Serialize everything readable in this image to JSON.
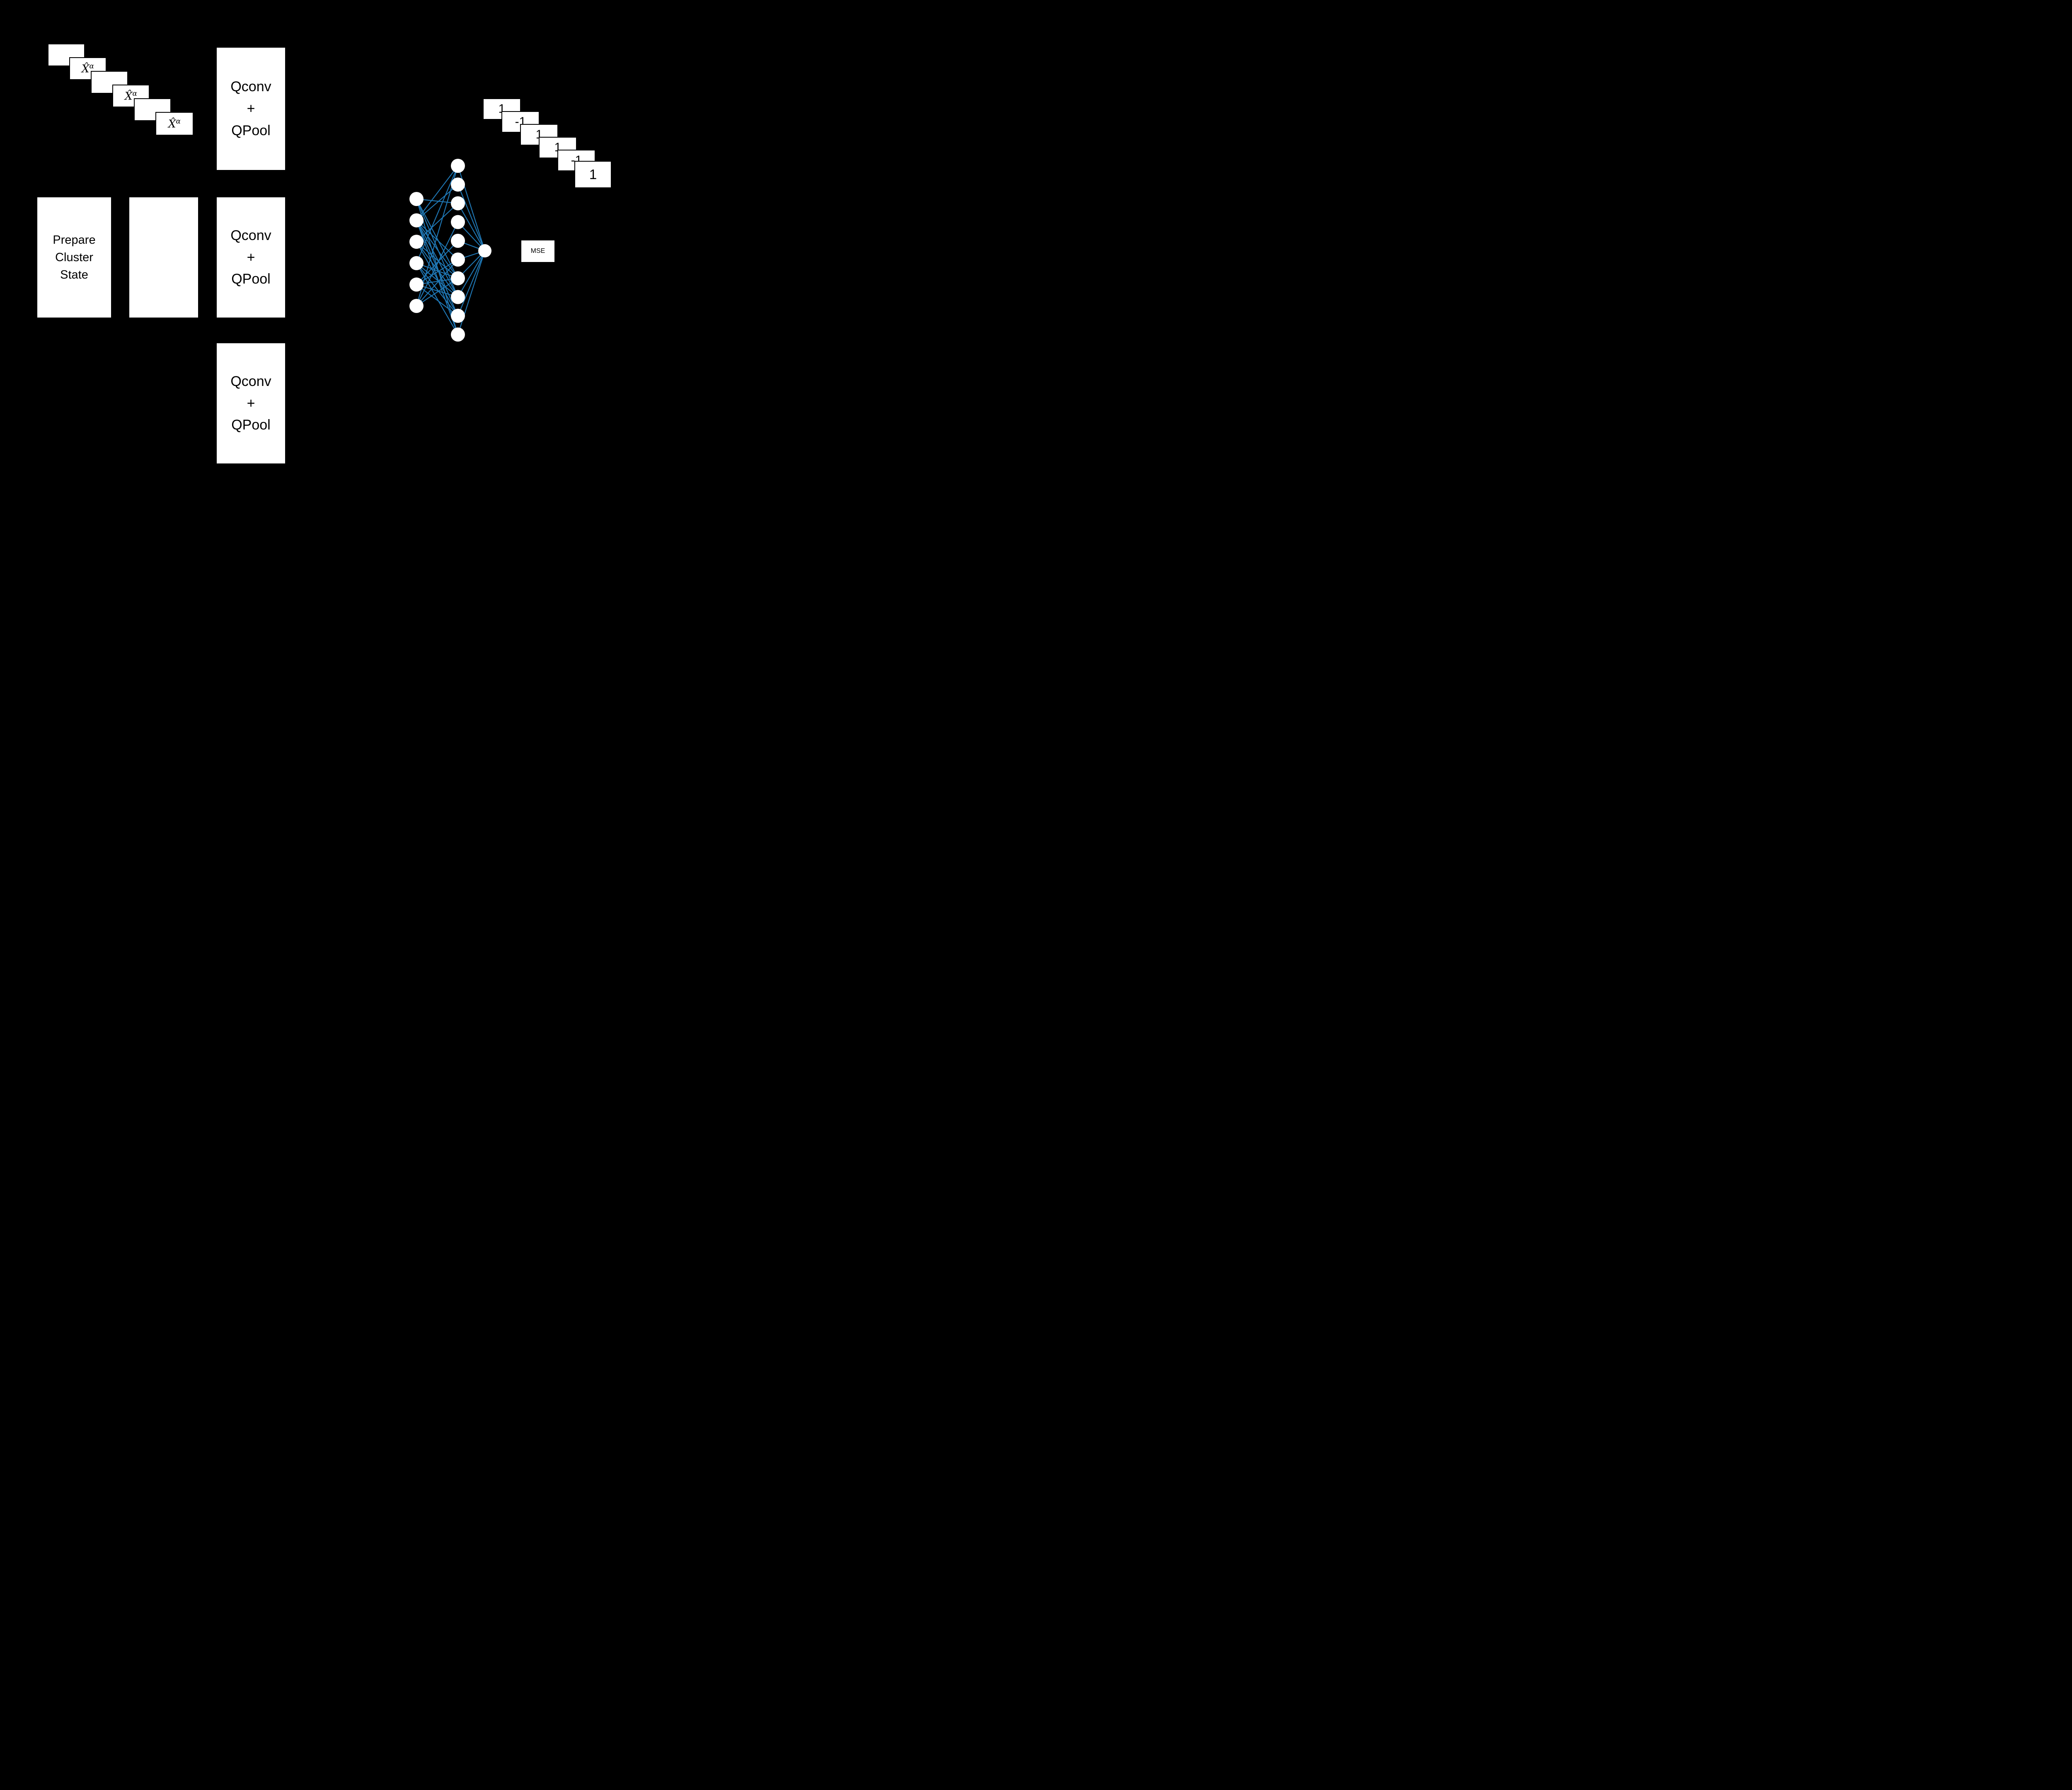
{
  "figure": {
    "background": "#000000",
    "card_fill": "#ffffff",
    "text_color": "#000000"
  },
  "input_stack": {
    "cards": [
      {
        "base": "",
        "sup": ""
      },
      {
        "base": "X̂",
        "sup": "α"
      },
      {
        "base": "",
        "sup": ""
      },
      {
        "base": "X̂",
        "sup": "α"
      },
      {
        "base": "",
        "sup": ""
      },
      {
        "base": "X̂",
        "sup": "α"
      }
    ]
  },
  "blocks": {
    "prepare": "Prepare\nCluster\nState",
    "qconv": "Qconv\n+\nQPool",
    "mse": "MSE"
  },
  "network": {
    "input_nodes": 6,
    "hidden_nodes": 10,
    "output_nodes": 1,
    "edge_color": "#1f77b4",
    "node_fill": "#ffffff"
  },
  "output_stack": {
    "cards": [
      "1",
      "-1",
      "1",
      "1",
      "-1",
      "1"
    ]
  }
}
